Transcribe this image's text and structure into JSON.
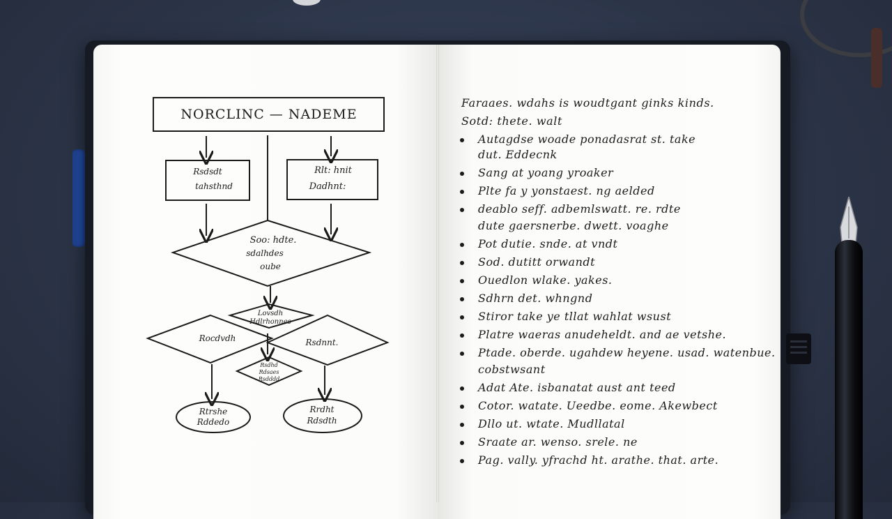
{
  "flowchart": {
    "title": "NORCLINC — NADEME",
    "box_left": [
      "Rsdsdt",
      "tahsthnd"
    ],
    "box_right": [
      "Rlt: hnit",
      "Dadhnt:"
    ],
    "diamond_main": [
      "Soo: hdte.",
      "sdalhdes",
      "oube"
    ],
    "diamond_top": [
      "Lovsdh",
      "Hdlrhonnes"
    ],
    "diamond_left": "Rocdvdh",
    "diamond_right": "Rsdnnt.",
    "diamond_small": [
      "Rsdhd",
      "Rdsaes",
      "Rsdddd"
    ],
    "ellipse_left": [
      "Rtrshe",
      "Rddedo"
    ],
    "ellipse_right": [
      "Rrdht",
      "Rdsdth"
    ]
  },
  "notes": {
    "header_line1": "Faraaes. wdahs is woudtgant ginks kinds.",
    "header_line2": "Sotd: thete. walt",
    "items": [
      {
        "line1": "Autagdse woade ponadasrat st. take",
        "line2": "dut. Eddecnk"
      },
      {
        "line1": "Sang at yoang yroaker"
      },
      {
        "line1": "Plte fa y yonstaest. ng aelded"
      },
      {
        "line1": "deablo seff. adbemlswatt. re. rdte",
        "line2": "dute gaersnerbe. dwett. voaghe"
      },
      {
        "line1": "Pot dutie. snde. at vndt"
      },
      {
        "line1": "Sod. dutitt orwandt"
      },
      {
        "line1": "Ouedlon wlake. yakes."
      },
      {
        "line1": "Sdhrn det. whngnd"
      },
      {
        "line1": "Stiror take ye tllat wahlat wsust"
      },
      {
        "line1": "Platre waeras anudeheldt. and ae vetshe."
      },
      {
        "line1": "Ptade. oberde. ugahdew heyene. usad. watenbue.",
        "line2": "cobstwsant"
      },
      {
        "line1": "Adat Ate. isbanatat aust ant teed"
      },
      {
        "line1": "Cotor. watate. Ueedbe. eome. Akewbect"
      },
      {
        "line1": "Dllo ut. wtate. Mudllatal"
      },
      {
        "line1": "Sraate ar. wenso. srele. ne"
      },
      {
        "line1": "Pag. vally. yfrachd ht. arathe. that. arte."
      }
    ]
  }
}
